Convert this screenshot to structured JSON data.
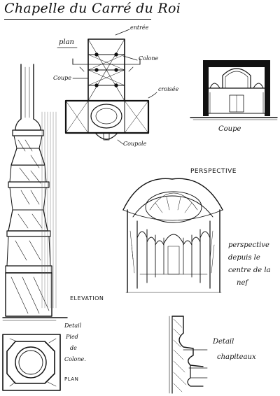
{
  "title": "Chapelle du Carré du Roi",
  "plan_section": {
    "heading": "plan",
    "labels": {
      "entree": "entrée",
      "colonne": "Colone",
      "coupe": "Coupe",
      "croisee": "croisée",
      "coupole": "Coupole"
    }
  },
  "section_drawing": {
    "caption": "Coupe"
  },
  "perspective": {
    "heading": "PERSPECTIVE",
    "note_lines": [
      "perspective",
      "depuis le",
      "centre de la",
      "nef"
    ]
  },
  "column": {
    "caption": "ELEVATION"
  },
  "pedestal_detail": {
    "note_lines": [
      "Detail",
      "Pied",
      "de",
      "Colone."
    ],
    "plan_label": "PLAN"
  },
  "capital_detail": {
    "note_lines": [
      "Detail",
      "chapiteaux"
    ]
  }
}
